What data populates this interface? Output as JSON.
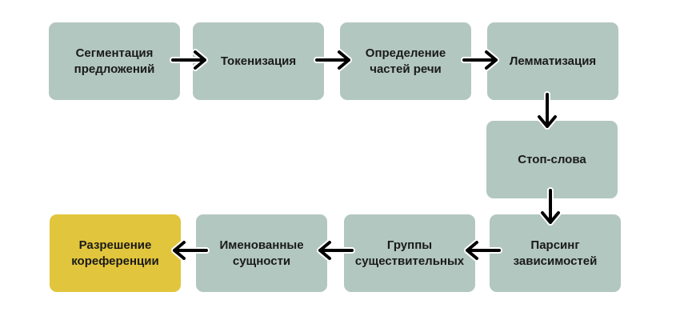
{
  "colors": {
    "node": "#b2c7bf",
    "highlight": "#e1c53c",
    "arrow": "#000000"
  },
  "nodes": [
    {
      "id": "segmentation",
      "label": "Сегментация\nпредложений"
    },
    {
      "id": "tokenization",
      "label": "Токенизация"
    },
    {
      "id": "pos",
      "label": "Определение\nчастей речи"
    },
    {
      "id": "lemmatization",
      "label": "Лемматизация"
    },
    {
      "id": "stopwords",
      "label": "Стоп-слова"
    },
    {
      "id": "dependency",
      "label": "Парсинг\nзависимостей"
    },
    {
      "id": "noun-groups",
      "label": "Группы\nсуществительных"
    },
    {
      "id": "ner",
      "label": "Именованные\nсущности"
    },
    {
      "id": "coref",
      "label": "Разрешение\nкореференции",
      "highlighted": true
    }
  ],
  "edges": [
    [
      "segmentation",
      "tokenization"
    ],
    [
      "tokenization",
      "pos"
    ],
    [
      "pos",
      "lemmatization"
    ],
    [
      "lemmatization",
      "stopwords"
    ],
    [
      "stopwords",
      "dependency"
    ],
    [
      "dependency",
      "noun-groups"
    ],
    [
      "noun-groups",
      "ner"
    ],
    [
      "ner",
      "coref"
    ]
  ]
}
